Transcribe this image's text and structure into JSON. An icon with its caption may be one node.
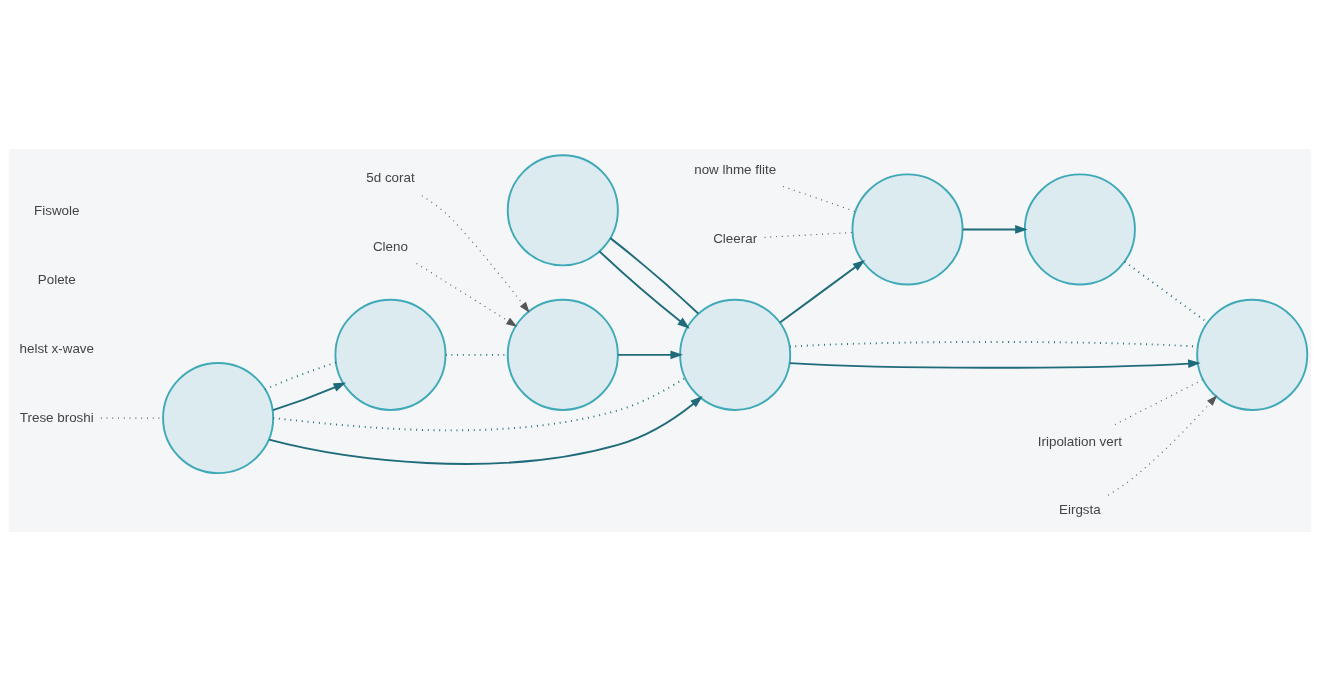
{
  "diagram": {
    "nodes": [
      {
        "text": [],
        "shape": "circle"
      },
      {
        "text": [],
        "shape": "circle"
      },
      {
        "text": [],
        "shape": "circle"
      },
      {
        "text": [],
        "shape": "circle"
      },
      {
        "text": [],
        "shape": "circle"
      },
      {
        "text": [],
        "shape": "circle"
      },
      {
        "text": [],
        "shape": "circle"
      },
      {
        "text": [],
        "shape": "circle"
      },
      {
        "text": [
          "Trese broshi"
        ]
      },
      {
        "text": [
          "now lhme flite"
        ]
      },
      {
        "text": [
          "Cleerar"
        ]
      },
      {
        "text": [
          "Iripolation vert"
        ]
      },
      {
        "text": [
          "Eirgsta"
        ]
      },
      {
        "text": [
          "5d corat"
        ]
      },
      {
        "text": [
          "Cleno"
        ]
      }
    ],
    "edges": [
      {
        "from": 0,
        "to": 1,
        "arrow": "to"
      },
      {
        "from": 1,
        "to": 0,
        "arrow": "none"
      },
      {
        "from": 2,
        "to": 3,
        "arrow": "to"
      },
      {
        "from": 3,
        "to": 2,
        "arrow": "none",
        "style": "dashed"
      },
      {
        "from": 2,
        "to": 1,
        "arrow": "to"
      },
      {
        "from": 2,
        "to": 1,
        "arrow": "none",
        "style": "dashed"
      },
      {
        "from": 1,
        "to": 4,
        "arrow": "to"
      },
      {
        "from": 4,
        "to": 5,
        "arrow": "to"
      },
      {
        "from": 6,
        "to": 1,
        "arrow": "to"
      },
      {
        "from": 1,
        "to": 7,
        "arrow": "to"
      },
      {
        "from": 1,
        "to": 7,
        "arrow": "none",
        "style": "dashed"
      },
      {
        "from": 3,
        "to": 6,
        "arrow": "none",
        "style": "dashed"
      },
      {
        "from": 5,
        "to": 7,
        "arrow": "none",
        "style": "dashed"
      },
      {
        "from": 8,
        "to": 2,
        "arrow": "none",
        "style": "dashed",
        "color": "#555555"
      },
      {
        "from": 9,
        "to": 4,
        "arrow": "none",
        "style": "dashed",
        "color": "#555555"
      },
      {
        "from": 10,
        "to": 4,
        "arrow": "none",
        "style": "dashed",
        "color": "#555555"
      },
      {
        "from": 11,
        "to": 7,
        "arrow": "none",
        "style": "dashed",
        "color": "#555555"
      },
      {
        "from": 12,
        "to": 7,
        "arrow": "to",
        "style": "dashed",
        "color": "#555555"
      },
      {
        "from": 13,
        "to": 6,
        "arrow": "to",
        "style": "dashed",
        "color": "#555555"
      },
      {
        "from": 14,
        "to": 6,
        "arrow": "to",
        "style": "dashed",
        "color": "#555555"
      }
    ],
    "labels": [
      "helst x-wave",
      "Polete",
      "Fiswole"
    ]
  }
}
